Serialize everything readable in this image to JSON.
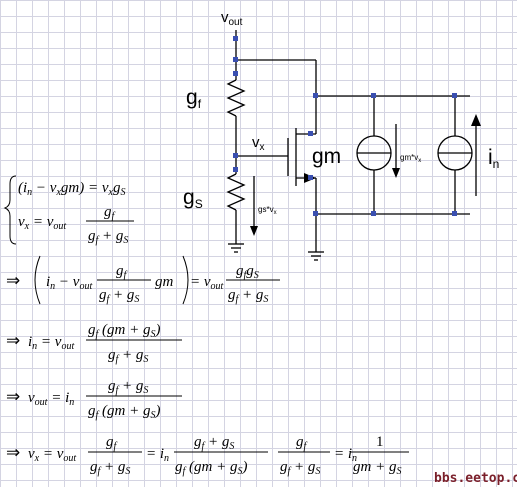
{
  "circuit": {
    "labels": {
      "vout": "v",
      "vout_sub": "out",
      "gf": "g",
      "gf_sub": "f",
      "gs": "g",
      "gs_sub": "S",
      "vx": "v",
      "vx_sub": "x",
      "gm": "gm",
      "in": "i",
      "in_sub": "n",
      "gs_vx": "gs*v",
      "gs_vx_sub": "x",
      "gm_vx": "gm*v",
      "gm_vx_sub": "x"
    }
  },
  "equations": {
    "eq1": {
      "lhs": "(i",
      "lhs_sub": "n",
      "mid": " − v",
      "mid_sub": "x",
      "tail": "gm) = v",
      "tail_sub": "x",
      "tail2": "g",
      "tail2_sub": "S"
    },
    "eq2": {
      "lhs": "v",
      "lhs_sub": "x",
      "eq": " = v",
      "eq_sub": "out",
      "num": "g",
      "num_sub": "f",
      "den": "g",
      "den_sub": "f",
      "den_plus": " + g",
      "den_sub2": "S"
    },
    "eq3": {
      "arrow": "⇒",
      "a": "i",
      "a_sub": "n",
      "b": " − v",
      "b_sub": "out",
      "num": "g",
      "num_sub": "f",
      "den": "g",
      "den_sub": "f",
      "den_plus": " + g",
      "den_sub2": "S",
      "gm": "gm",
      "rhs": "= v",
      "rhs_sub": "out",
      "rnum": "g",
      "rnum_sub": "f",
      "rnum2": "g",
      "rnum2_sub": "S",
      "rden": "g",
      "rden_sub": "f",
      "rden_plus": " + g",
      "rden_sub2": "S"
    },
    "eq4": {
      "arrow": "⇒",
      "lhs": "i",
      "lhs_sub": "n",
      "eq": " = v",
      "eq_sub": "out",
      "num": "g",
      "num_sub": "f",
      "num_paren": " (gm + g",
      "num_sub2": "S",
      "num_close": ")",
      "den": "g",
      "den_sub": "f",
      "den_plus": " + g",
      "den_sub2": "S"
    },
    "eq5": {
      "arrow": "⇒",
      "lhs": "v",
      "lhs_sub": "out",
      "eq": " = i",
      "eq_sub": "n",
      "num": "g",
      "num_sub": "f",
      "num_plus": " + g",
      "num_sub2": "S",
      "den": "g",
      "den_sub": "f",
      "den_paren": " (gm + g",
      "den_sub2": "S",
      "den_close": ")"
    },
    "eq6": {
      "arrow": "⇒",
      "lhs": "v",
      "lhs_sub": "x",
      "eq": " = v",
      "eq_sub": "out",
      "f1num": "g",
      "f1num_sub": "f",
      "f1den": "g",
      "f1den_sub": "f",
      "f1den_plus": " + g",
      "f1den_sub2": "S",
      "eq2": "= i",
      "eq2_sub": "n",
      "f2num": "g",
      "f2num_sub": "f",
      "f2num_plus": " + g",
      "f2num_sub2": "S",
      "f2den": "g",
      "f2den_sub": "f",
      "f2den_paren": " (gm + g",
      "f2den_sub2": "S",
      "f2den_close": ")",
      "f3num": "g",
      "f3num_sub": "f",
      "f3den": "g",
      "f3den_sub": "f",
      "f3den_plus": " + g",
      "f3den_sub2": "S",
      "eq3": "= i",
      "eq3_sub": "n",
      "f4num": "1",
      "f4den": "gm + g",
      "f4den_sub": "S"
    }
  },
  "watermark": "bbs.eetop.cn"
}
